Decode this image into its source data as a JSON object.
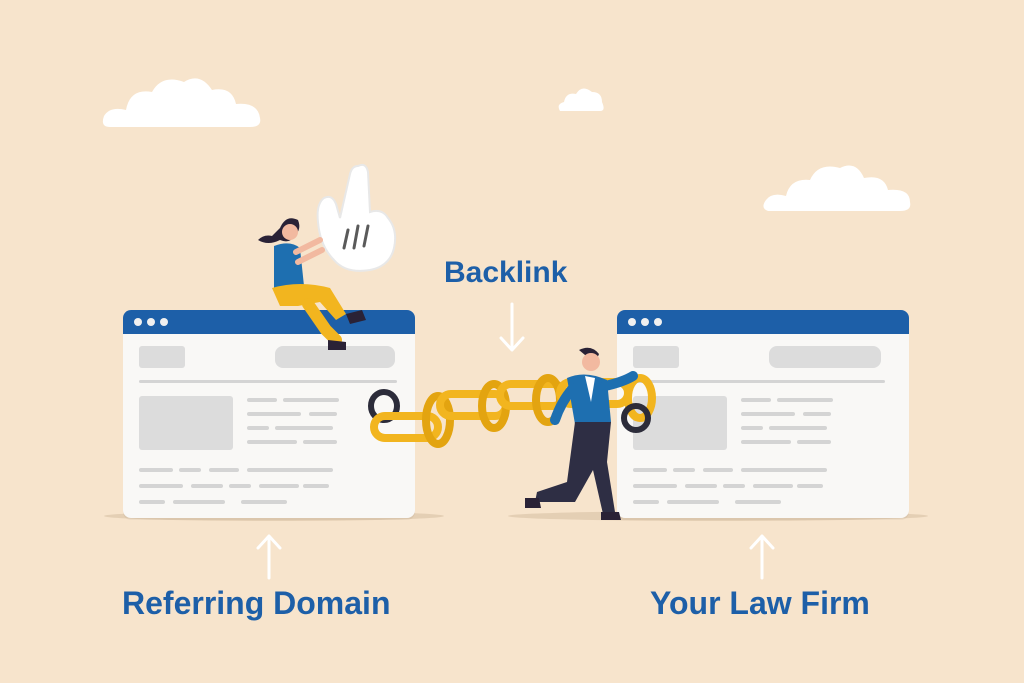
{
  "labels": {
    "backlink": "Backlink",
    "referring_domain": "Referring Domain",
    "your_law_firm": "Your Law Firm"
  },
  "colors": {
    "background": "#f7e4cc",
    "accent_blue": "#1d5fa8",
    "chain_gold": "#f2b51f",
    "browser_white": "#f9f8f6"
  },
  "icons": [
    "cloud-icon",
    "chain-icon",
    "hand-cursor-icon",
    "arrow-up-icon",
    "arrow-down-icon"
  ]
}
